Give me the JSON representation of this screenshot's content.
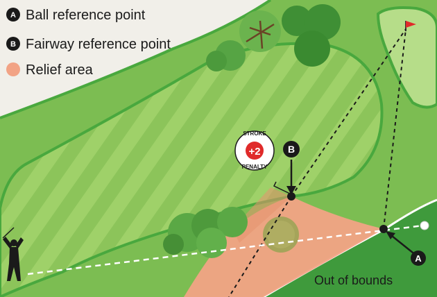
{
  "legend": {
    "items": [
      {
        "badge": "A",
        "label": "Ball reference point"
      },
      {
        "badge": "B",
        "label": "Fairway reference point"
      },
      {
        "swatch_color": "#f2a385",
        "label": "Relief area"
      }
    ]
  },
  "markers": {
    "a": "A",
    "b": "B"
  },
  "penalty": {
    "top": "STROKE",
    "value": "+2",
    "bottom": "PENALTY"
  },
  "out_of_bounds": "Out of bounds",
  "colors": {
    "rough": "#7cbd52",
    "fairway_light": "#9fd169",
    "fairway_dark": "#8cc45a",
    "edge": "#49a83e",
    "oob": "#3f9a3c",
    "relief": "#f2a385",
    "red": "#e02a2a"
  },
  "icons": [
    "golfer-icon",
    "flag-icon",
    "tree-icon",
    "golf-ball-icon"
  ]
}
